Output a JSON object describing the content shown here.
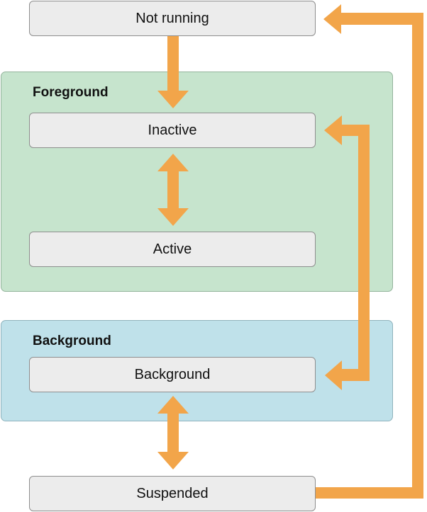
{
  "diagram": {
    "arrow_color": "#f2a54a",
    "foreground_fill": "#c6e4cd",
    "background_fill": "#bfe1ea",
    "groups": {
      "foreground": {
        "title": "Foreground"
      },
      "background": {
        "title": "Background"
      }
    },
    "states": {
      "not_running": "Not running",
      "inactive": "Inactive",
      "active": "Active",
      "background": "Background",
      "suspended": "Suspended"
    }
  }
}
